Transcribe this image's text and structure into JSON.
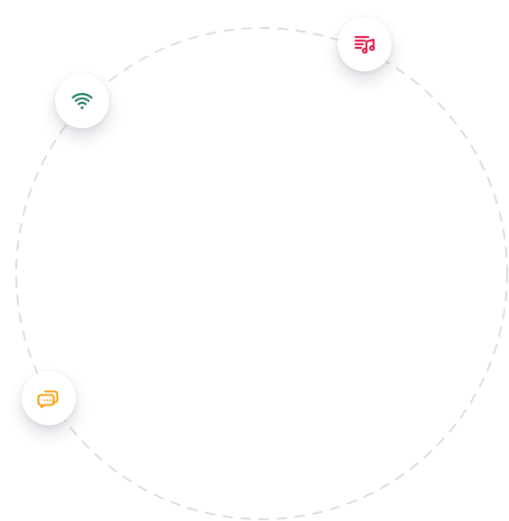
{
  "diagram": {
    "ring": {
      "style": "dashed",
      "color": "#d9dbe8"
    },
    "nodes": [
      {
        "id": "wifi",
        "icon": "wifi-icon",
        "color": "#1f7d57"
      },
      {
        "id": "music",
        "icon": "music-playlist-icon",
        "color": "#e11d48"
      },
      {
        "id": "chat",
        "icon": "chat-bubbles-icon",
        "color": "#f59e0b"
      }
    ]
  }
}
